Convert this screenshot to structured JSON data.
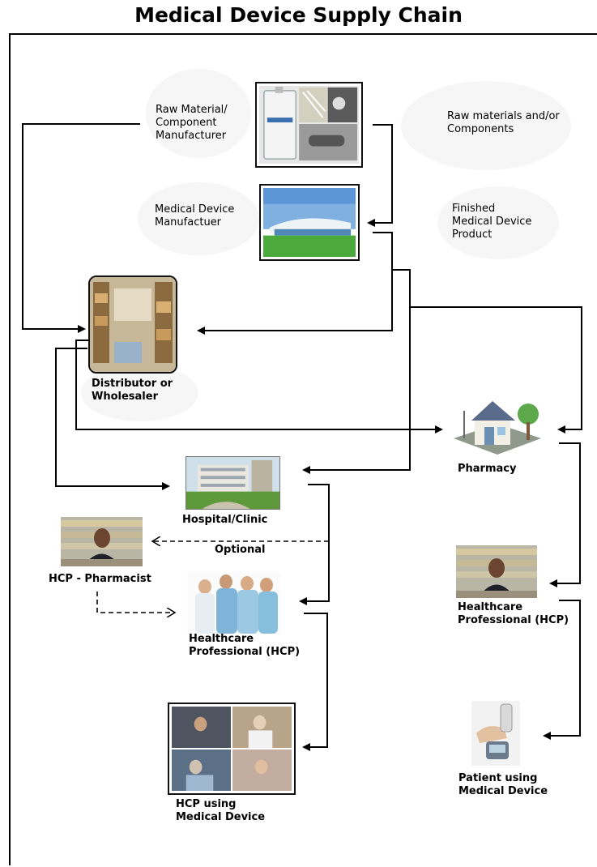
{
  "title": "Medical Device Supply Chain",
  "nodes": {
    "raw_material": "Raw Material/\nComponent\nManufacturer",
    "raw_materials_note": "Raw materials and/or\nComponents",
    "manufacturer": "Medical Device\nManufactuer",
    "finished_note": "Finished\nMedical Device\nProduct",
    "distributor": "Distributor or\nWholesaler",
    "pharmacy": "Pharmacy",
    "hospital": "Hospital/Clinic",
    "optional": "Optional",
    "hcp_pharmacist": "HCP - Pharmacist",
    "hcp_left": "Healthcare\nProfessional (HCP)",
    "hcp_right": "Healthcare\nProfessional (HCP)",
    "hcp_using": "HCP using\nMedical Device",
    "patient": "Patient using\nMedical Device"
  }
}
